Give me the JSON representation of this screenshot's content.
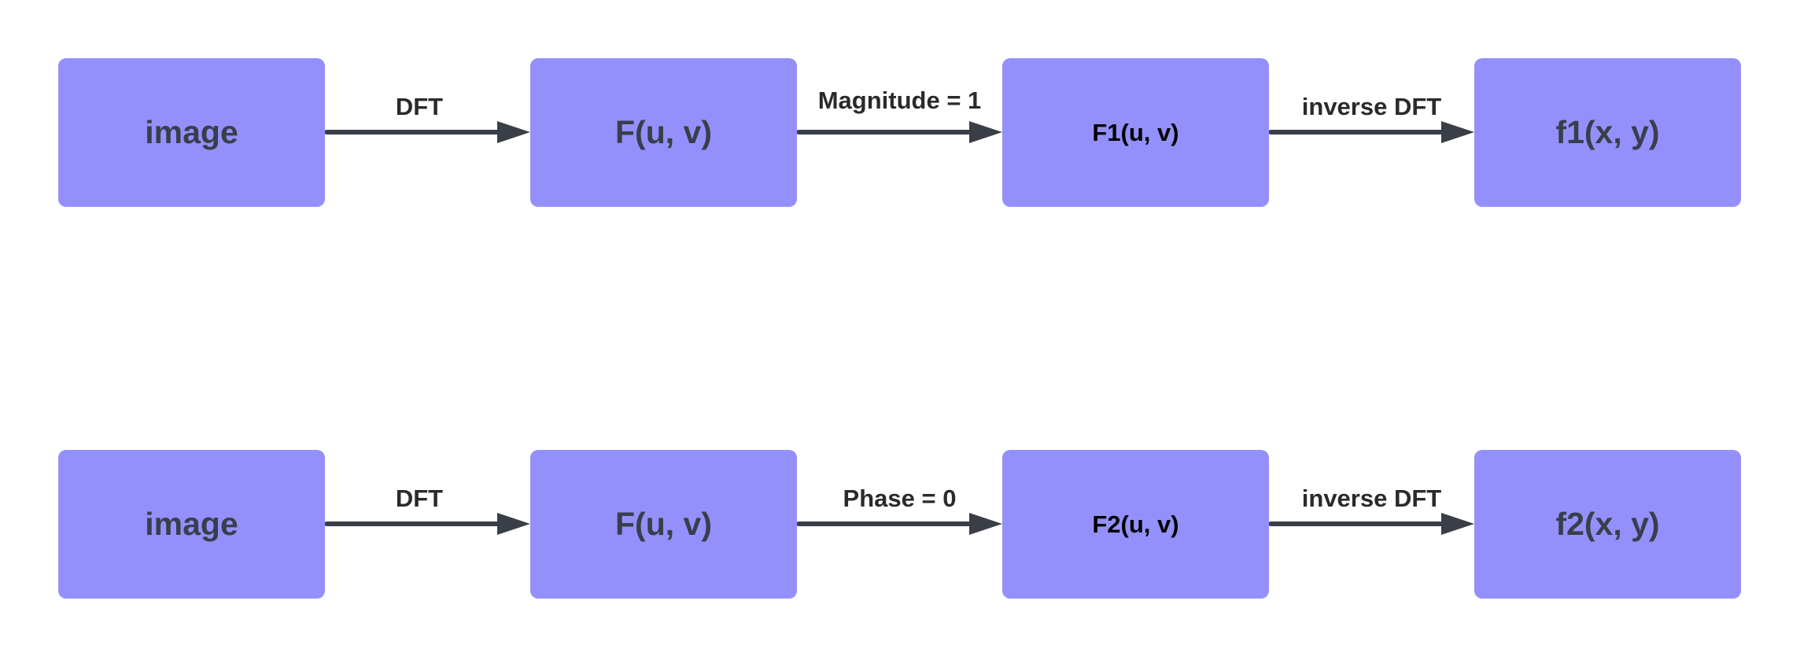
{
  "rows": [
    {
      "nodes": [
        {
          "label": "image"
        },
        {
          "label": "F(u, v)"
        },
        {
          "label": "F1(u, v)"
        },
        {
          "label": "f1(x, y)"
        }
      ],
      "edges": [
        {
          "label": "DFT"
        },
        {
          "label": "Magnitude = 1"
        },
        {
          "label": "inverse DFT"
        }
      ]
    },
    {
      "nodes": [
        {
          "label": "image"
        },
        {
          "label": "F(u, v)"
        },
        {
          "label": "F2(u, v)"
        },
        {
          "label": "f2(x, y)"
        }
      ],
      "edges": [
        {
          "label": "DFT"
        },
        {
          "label": "Phase = 0"
        },
        {
          "label": "inverse DFT"
        }
      ]
    }
  ],
  "colors": {
    "node_fill": "#9490fb",
    "node_text": "#3a3e4c",
    "arrow": "#3a3e46",
    "label_text": "#2a2a2a"
  }
}
